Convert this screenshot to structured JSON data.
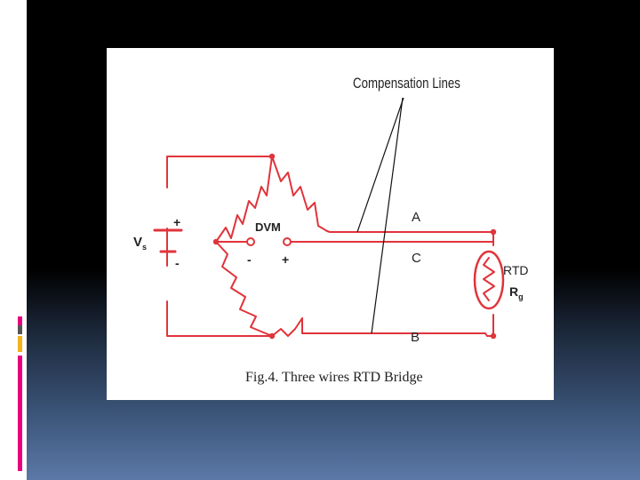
{
  "slide": {
    "background_top": "#000000",
    "background_bottom": "#5b79a8",
    "accent_colors": [
      "#e6007e",
      "#f2b21b",
      "#555555"
    ]
  },
  "figure": {
    "caption": "Fig.4. Three wires RTD Bridge",
    "wire_color": "#e0343b",
    "labels": {
      "compensation": "Compensation Lines",
      "source": "V",
      "source_sub": "s",
      "source_plus": "+",
      "source_minus": "-",
      "meter": "DVM",
      "meter_minus": "-",
      "meter_plus": "+",
      "wire_a": "A",
      "wire_c": "C",
      "wire_b": "B",
      "rtd": "RTD",
      "rtd_symbol": "R",
      "rtd_sub": "g"
    }
  }
}
